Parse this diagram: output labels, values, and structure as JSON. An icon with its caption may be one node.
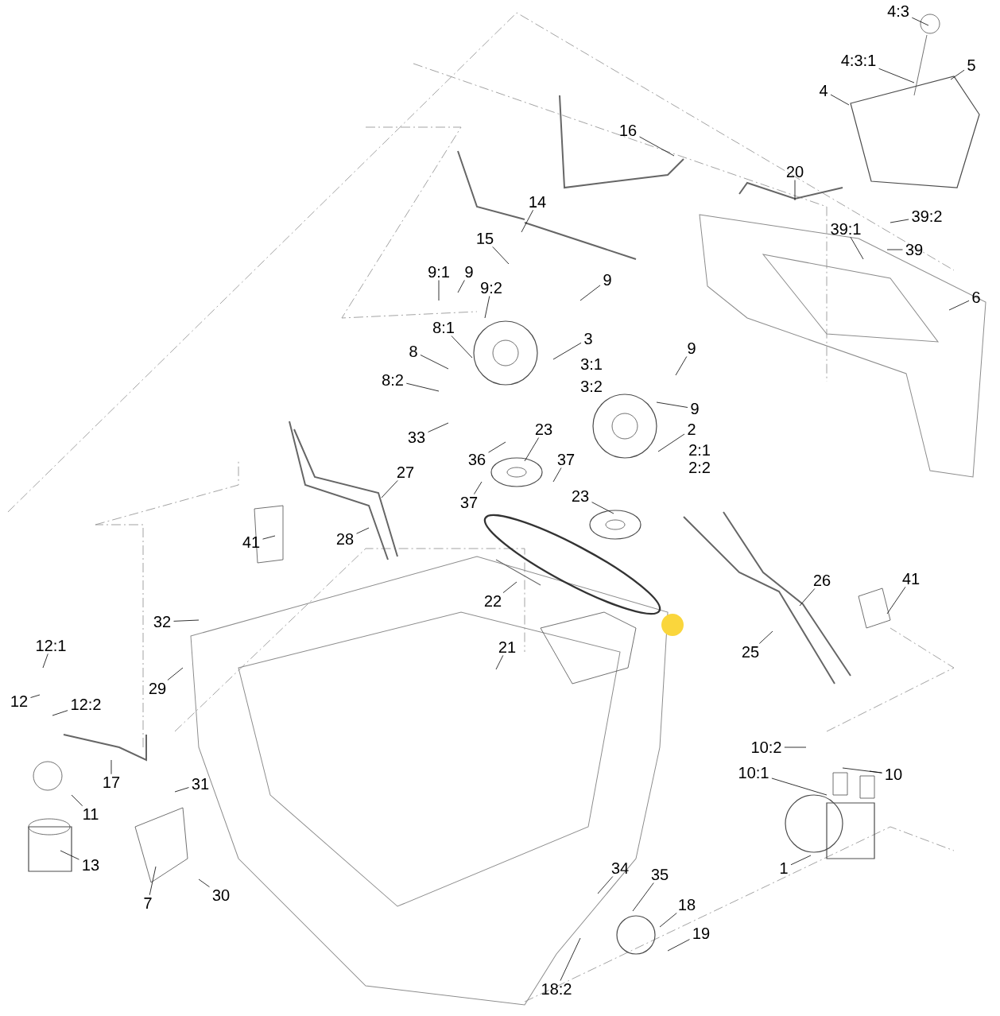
{
  "diagram": {
    "nodes": [
      {
        "text": [
          "4:3"
        ]
      },
      {
        "text": [
          "4:3:1"
        ]
      },
      {
        "text": [
          "5"
        ]
      },
      {
        "text": [
          "4"
        ]
      },
      {
        "text": [
          "16"
        ]
      },
      {
        "text": [
          "20"
        ]
      },
      {
        "text": [
          "14"
        ]
      },
      {
        "text": [
          "39:2"
        ]
      },
      {
        "text": [
          "15"
        ]
      },
      {
        "text": [
          "39:1"
        ]
      },
      {
        "text": [
          "39"
        ]
      },
      {
        "text": [
          "9:1"
        ]
      },
      {
        "text": [
          "9"
        ]
      },
      {
        "text": [
          "9:2"
        ]
      },
      {
        "text": [
          "9"
        ]
      },
      {
        "text": [
          "6"
        ]
      },
      {
        "text": [
          "8:1"
        ]
      },
      {
        "text": [
          "3"
        ]
      },
      {
        "text": [
          "9"
        ]
      },
      {
        "text": [
          "8"
        ]
      },
      {
        "text": [
          "8:2"
        ]
      },
      {
        "text": [
          "9"
        ]
      },
      {
        "text": [
          "2"
        ]
      },
      {
        "text": [
          "23"
        ]
      },
      {
        "text": [
          "33"
        ]
      },
      {
        "text": [
          "36"
        ]
      },
      {
        "text": [
          "37"
        ]
      },
      {
        "text": [
          "27"
        ]
      },
      {
        "text": [
          "23"
        ]
      },
      {
        "text": [
          "37"
        ]
      },
      {
        "text": [
          "28"
        ]
      },
      {
        "text": [
          "41"
        ]
      },
      {
        "text": [
          "26"
        ]
      },
      {
        "text": [
          "41"
        ]
      },
      {
        "text": [
          "22"
        ]
      },
      {
        "text": [
          "32"
        ]
      },
      {
        "text": [
          "12:1"
        ]
      },
      {
        "text": [
          "21"
        ]
      },
      {
        "text": [
          "25"
        ]
      },
      {
        "text": [
          "29"
        ]
      },
      {
        "text": [
          "12"
        ]
      },
      {
        "text": [
          "12:2"
        ]
      },
      {
        "text": [
          "10:2"
        ]
      },
      {
        "text": [
          "10:1"
        ]
      },
      {
        "text": [
          "10"
        ]
      },
      {
        "text": [
          "17"
        ]
      },
      {
        "text": [
          "31"
        ]
      },
      {
        "text": [
          "11"
        ]
      },
      {
        "text": [
          "13"
        ]
      },
      {
        "text": [
          "1"
        ]
      },
      {
        "text": [
          "34"
        ]
      },
      {
        "text": [
          "35"
        ]
      },
      {
        "text": [
          "30"
        ]
      },
      {
        "text": [
          "7"
        ]
      },
      {
        "text": [
          "18"
        ]
      },
      {
        "text": [
          "19"
        ]
      },
      {
        "text": [
          "18:2"
        ]
      }
    ],
    "edges": [
      {
        "from": 0,
        "to": null,
        "arrow": "none"
      },
      {
        "from": 1,
        "to": null,
        "arrow": "none"
      },
      {
        "from": 2,
        "to": null,
        "arrow": "none"
      },
      {
        "from": 3,
        "to": null,
        "arrow": "none"
      },
      {
        "from": 4,
        "to": null,
        "arrow": "none"
      },
      {
        "from": 5,
        "to": null,
        "arrow": "none"
      },
      {
        "from": 6,
        "to": null,
        "arrow": "none"
      },
      {
        "from": 7,
        "to": null,
        "arrow": "none"
      },
      {
        "from": 8,
        "to": null,
        "arrow": "none"
      },
      {
        "from": 9,
        "to": null,
        "arrow": "none"
      },
      {
        "from": 10,
        "to": null,
        "arrow": "none"
      },
      {
        "from": 11,
        "to": null,
        "arrow": "none"
      },
      {
        "from": 12,
        "to": null,
        "arrow": "none"
      },
      {
        "from": 13,
        "to": null,
        "arrow": "none"
      },
      {
        "from": 14,
        "to": null,
        "arrow": "none"
      },
      {
        "from": 15,
        "to": null,
        "arrow": "none"
      },
      {
        "from": 16,
        "to": null,
        "arrow": "none"
      },
      {
        "from": 17,
        "to": null,
        "arrow": "none"
      },
      {
        "from": 18,
        "to": null,
        "arrow": "none"
      },
      {
        "from": 19,
        "to": null,
        "arrow": "none"
      },
      {
        "from": 20,
        "to": null,
        "arrow": "none"
      },
      {
        "from": 21,
        "to": null,
        "arrow": "none"
      },
      {
        "from": 22,
        "to": null,
        "arrow": "none"
      },
      {
        "from": 23,
        "to": null,
        "arrow": "none"
      },
      {
        "from": 24,
        "to": null,
        "arrow": "none"
      },
      {
        "from": 25,
        "to": null,
        "arrow": "none"
      },
      {
        "from": 26,
        "to": null,
        "arrow": "none"
      },
      {
        "from": 27,
        "to": null,
        "arrow": "none"
      },
      {
        "from": 28,
        "to": null,
        "arrow": "none"
      },
      {
        "from": 29,
        "to": null,
        "arrow": "none"
      },
      {
        "from": 30,
        "to": null,
        "arrow": "none"
      },
      {
        "from": 31,
        "to": null,
        "arrow": "none"
      },
      {
        "from": 32,
        "to": null,
        "arrow": "none"
      },
      {
        "from": 33,
        "to": null,
        "arrow": "none"
      },
      {
        "from": 34,
        "to": null,
        "arrow": "none"
      },
      {
        "from": 35,
        "to": null,
        "arrow": "none"
      },
      {
        "from": 36,
        "to": null,
        "arrow": "none"
      },
      {
        "from": 37,
        "to": null,
        "arrow": "none"
      },
      {
        "from": 38,
        "to": null,
        "arrow": "none"
      },
      {
        "from": 39,
        "to": null,
        "arrow": "none"
      },
      {
        "from": 40,
        "to": null,
        "arrow": "none"
      },
      {
        "from": 41,
        "to": null,
        "arrow": "none"
      },
      {
        "from": 42,
        "to": null,
        "arrow": "none"
      },
      {
        "from": 43,
        "to": null,
        "arrow": "none"
      },
      {
        "from": 44,
        "to": null,
        "arrow": "none"
      },
      {
        "from": 44,
        "to": null,
        "arrow": "none"
      },
      {
        "from": 45,
        "to": null,
        "arrow": "none"
      },
      {
        "from": 46,
        "to": null,
        "arrow": "none"
      },
      {
        "from": 47,
        "to": null,
        "arrow": "none"
      },
      {
        "from": 48,
        "to": null,
        "arrow": "none"
      },
      {
        "from": 49,
        "to": null,
        "arrow": "none"
      },
      {
        "from": 50,
        "to": null,
        "arrow": "none"
      },
      {
        "from": 51,
        "to": null,
        "arrow": "none"
      },
      {
        "from": 52,
        "to": null,
        "arrow": "none"
      },
      {
        "from": 53,
        "to": null,
        "arrow": "none"
      },
      {
        "from": 54,
        "to": null,
        "arrow": "none"
      },
      {
        "from": 55,
        "to": null,
        "arrow": "none"
      },
      {
        "from": 56,
        "to": null,
        "arrow": "none"
      }
    ],
    "labels": [
      "3:1",
      "3:2",
      "2:1",
      "2:2"
    ]
  }
}
